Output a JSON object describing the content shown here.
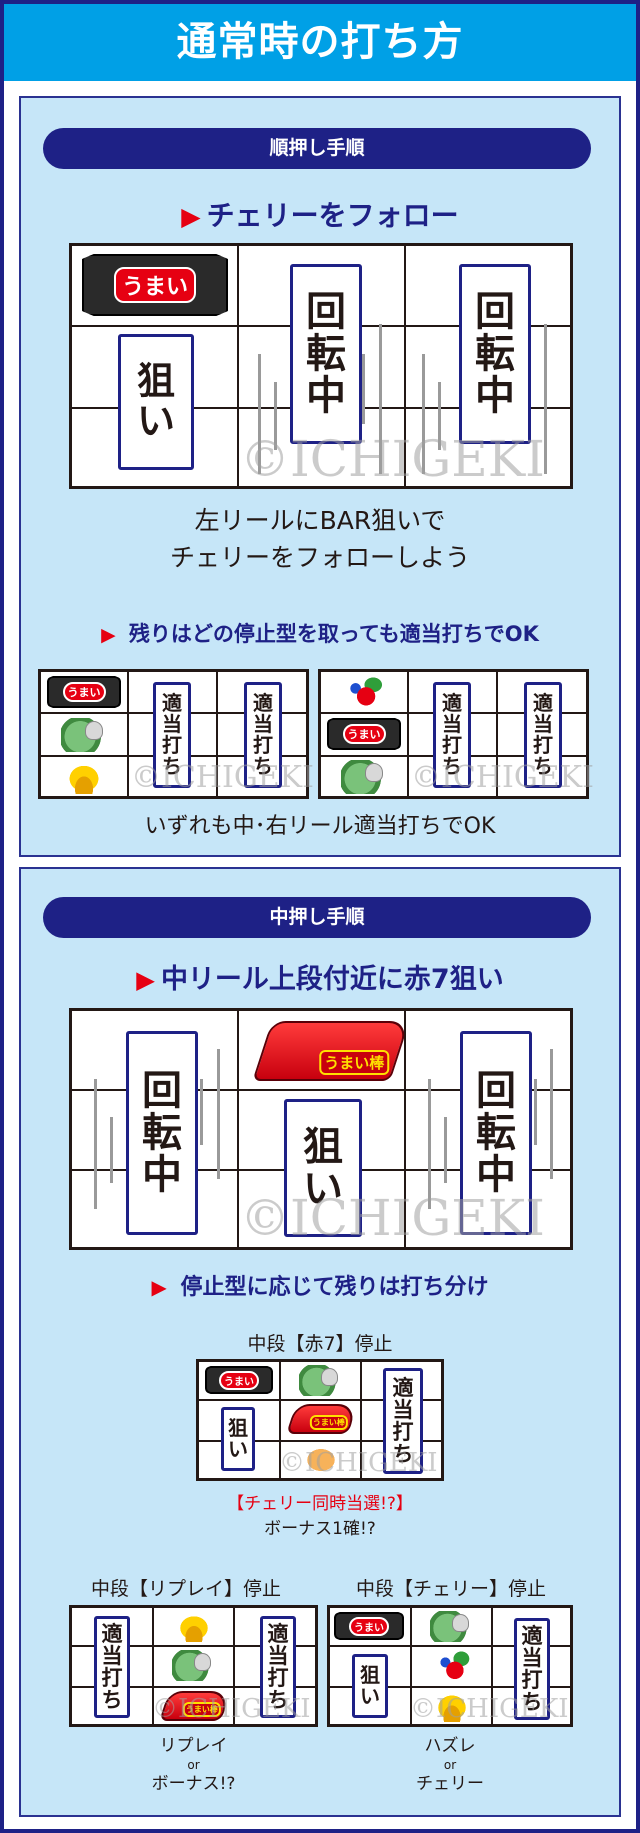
{
  "title": "通常時の打ち方",
  "watermark": "©ICHIGEKI",
  "colors": {
    "navy": "#1e2186",
    "title_blue": "#00a0e6",
    "panel_bg": "#c6e6f8",
    "accent_red": "#e60012"
  },
  "section1": {
    "pill": "順押し手順",
    "heading": "チェリーをフォロー",
    "reel": {
      "left": {
        "top_symbol": "bar-candy",
        "badge": [
          "狙",
          "い"
        ]
      },
      "center": {
        "badge": [
          "回",
          "転",
          "中"
        ],
        "state": "spinning"
      },
      "right": {
        "badge": [
          "回",
          "転",
          "中"
        ],
        "state": "spinning"
      }
    },
    "caption_lines": [
      "左リールにBAR狙いで",
      "チェリーをフォローしよう"
    ],
    "subheading": "残りはどの停止型を取っても適当打ちでOK",
    "mini_reels": [
      {
        "left_symbols": [
          "bar-candy",
          "replay",
          "bell"
        ],
        "center_badge": [
          "適",
          "当",
          "打",
          "ち"
        ],
        "right_badge": [
          "適",
          "当",
          "打",
          "ち"
        ]
      },
      {
        "left_symbols": [
          "cherry",
          "bar-candy",
          "replay"
        ],
        "center_badge": [
          "適",
          "当",
          "打",
          "ち"
        ],
        "right_badge": [
          "適",
          "当",
          "打",
          "ち"
        ]
      }
    ],
    "mini_caption": "いずれも中･右リール適当打ちでOK"
  },
  "section2": {
    "pill": "中押し手順",
    "heading": "中リール上段付近に赤7狙い",
    "reel": {
      "left": {
        "badge": [
          "回",
          "転",
          "中"
        ],
        "state": "spinning"
      },
      "center": {
        "top_symbol": "red-seven",
        "badge": [
          "狙",
          "い"
        ]
      },
      "right": {
        "badge": [
          "回",
          "転",
          "中"
        ],
        "state": "spinning"
      }
    },
    "seven_label": "うまい棒",
    "bar_label": "うまい",
    "subheading": "停止型に応じて残りは打ち分け",
    "case_red7": {
      "title": "中段【赤7】停止",
      "left_top": "bar-candy",
      "left_badge": [
        "狙",
        "い"
      ],
      "center_symbols": [
        "replay",
        "red-seven",
        "cookie"
      ],
      "right_badge": [
        "適",
        "当",
        "打",
        "ち"
      ],
      "note_red": "【チェリー同時当選!?】",
      "note": "ボーナス1確!?"
    },
    "case_replay": {
      "title": "中段【リプレイ】停止",
      "left_badge": [
        "適",
        "当",
        "打",
        "ち"
      ],
      "center_symbols": [
        "bell",
        "replay",
        "red-seven"
      ],
      "right_badge": [
        "適",
        "当",
        "打",
        "ち"
      ],
      "result": [
        "リプレイ",
        "or",
        "ボーナス!?"
      ]
    },
    "case_cherry": {
      "title": "中段【チェリー】停止",
      "left_top": "bar-candy",
      "left_badge": [
        "狙",
        "い"
      ],
      "center_symbols": [
        "replay",
        "cherry",
        "bell"
      ],
      "right_badge": [
        "適",
        "当",
        "打",
        "ち"
      ],
      "result": [
        "ハズレ",
        "or",
        "チェリー"
      ]
    }
  }
}
